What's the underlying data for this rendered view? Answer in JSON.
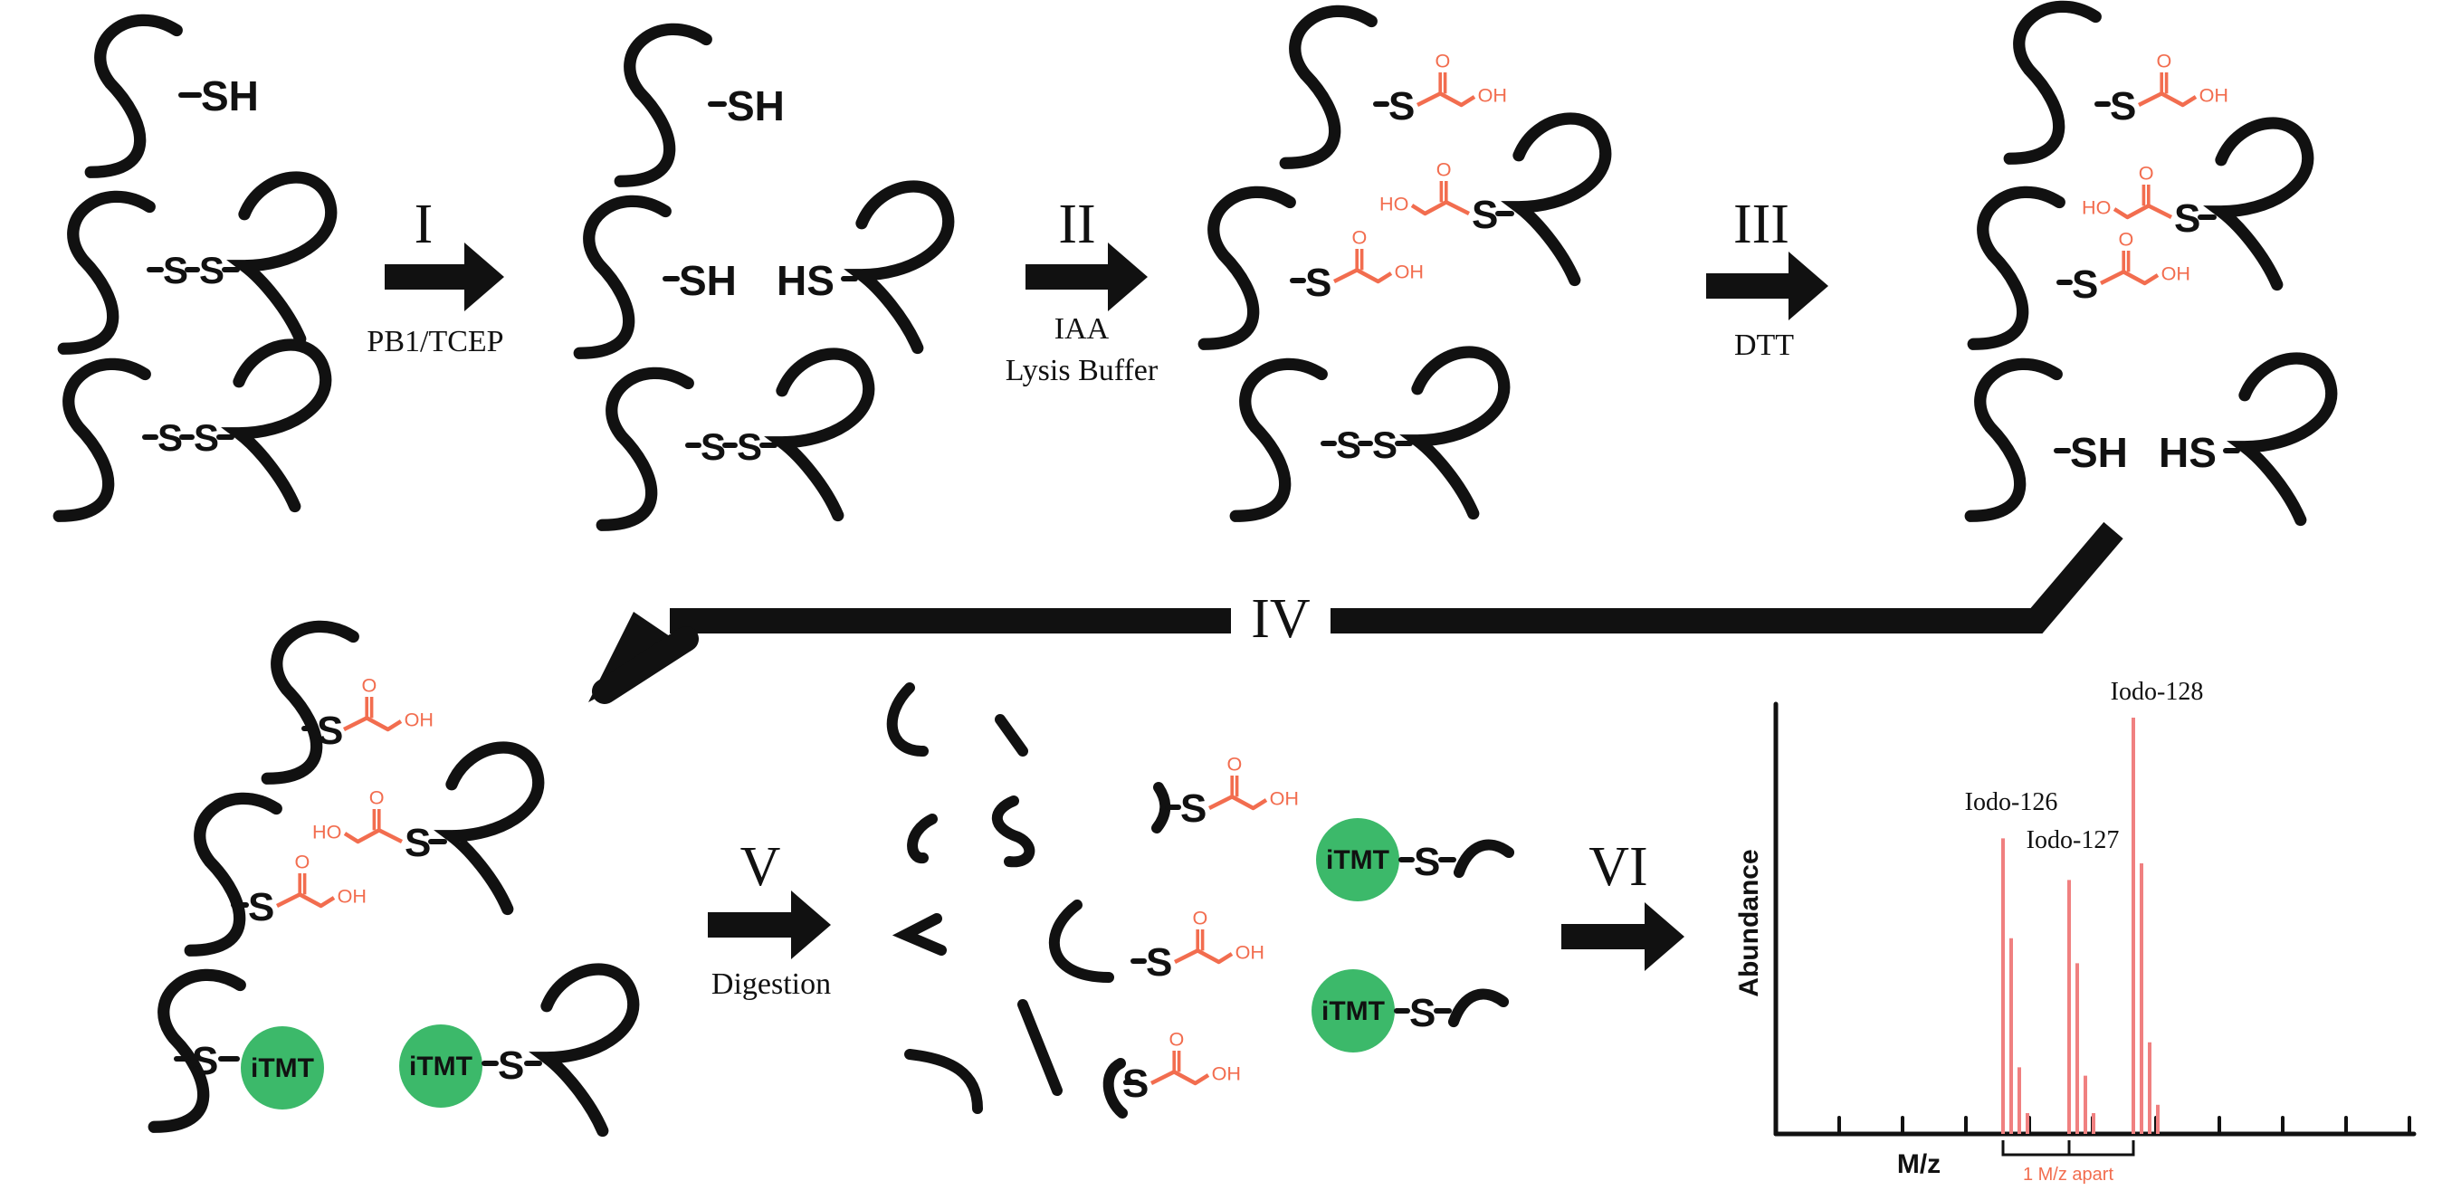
{
  "atoms": {
    "sh": "SH",
    "hs": "HS",
    "s": "S",
    "o": "O",
    "oh": "OH",
    "ho": "HO"
  },
  "tag": "iTMT",
  "steps": [
    {
      "numeral": "I",
      "label": "PB1/TCEP"
    },
    {
      "numeral": "II",
      "label": "IAA",
      "label2": "Lysis Buffer"
    },
    {
      "numeral": "III",
      "label": "DTT"
    },
    {
      "numeral": "IV"
    },
    {
      "numeral": "V",
      "label": "Digestion"
    },
    {
      "numeral": "VI"
    }
  ],
  "spectrum": {
    "ylabel": "Abundance",
    "xlabel": "M/z",
    "peak_labels": [
      "Iodo-126",
      "Iodo-127",
      "Iodo-128"
    ],
    "spacing_note": "1 M/z apart",
    "peak_relative_heights": [
      [
        0.71,
        0.47,
        0.16,
        0.05
      ],
      [
        0.61,
        0.41,
        0.14,
        0.05
      ],
      [
        1.0,
        0.65,
        0.22,
        0.07
      ]
    ]
  },
  "colors": {
    "ink": "#111111",
    "reagent": "#f26d4f",
    "tag": "#3cb96a",
    "peak": "#f08080"
  }
}
